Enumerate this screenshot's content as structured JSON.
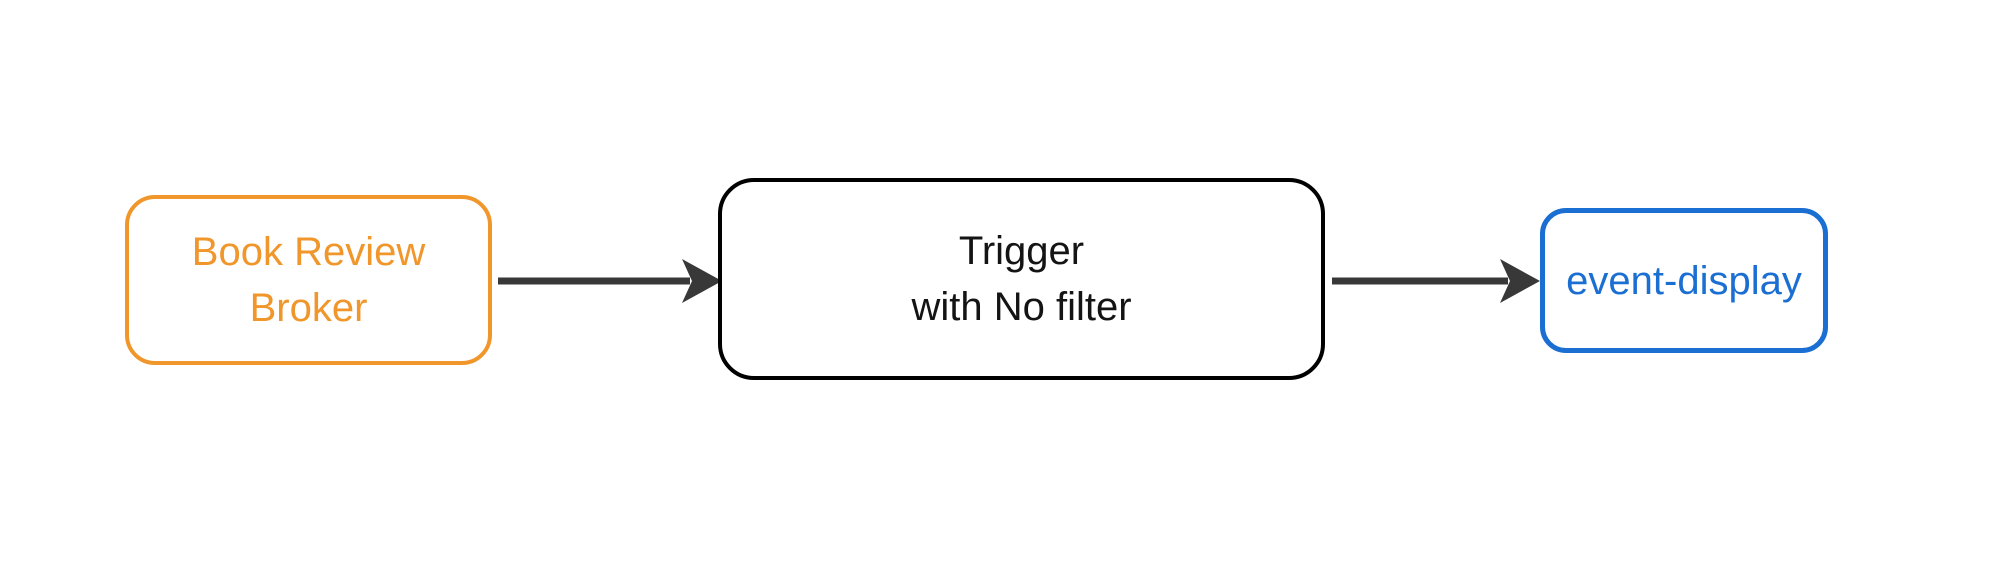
{
  "canvas": {
    "background": "#FFFFFF"
  },
  "diagram": {
    "type": "flowchart",
    "direction": "left-to-right",
    "nodes": [
      {
        "id": "book-review-broker",
        "label": "Book Review Broker",
        "line1": "Book Review",
        "line2": "Broker",
        "border_color": "#F0962B",
        "text_color": "#F0962B",
        "fill": "#FFFFFF"
      },
      {
        "id": "trigger-with-no-filter",
        "label": "Trigger with No filter",
        "line1": "Trigger",
        "line2": "with No filter",
        "border_color": "#000000",
        "text_color": "#141414",
        "fill": "#FFFFFF"
      },
      {
        "id": "event-display",
        "label": "event-display",
        "line1": "event-display",
        "border_color": "#1B6FD2",
        "text_color": "#1B6FD2",
        "fill": "#FFFFFF"
      }
    ],
    "edges": [
      {
        "from": "book-review-broker",
        "to": "trigger-with-no-filter",
        "color": "#383838"
      },
      {
        "from": "trigger-with-no-filter",
        "to": "event-display",
        "color": "#383838"
      }
    ]
  }
}
